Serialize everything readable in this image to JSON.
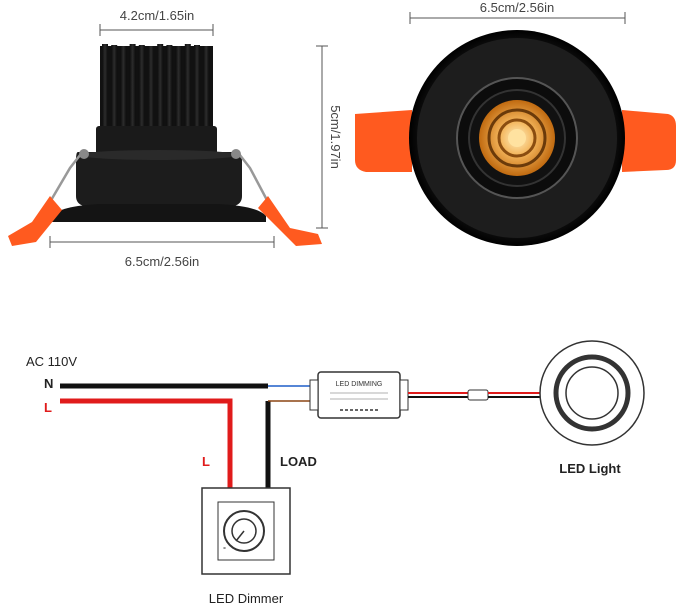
{
  "dimensions": {
    "side_top_width": "4.2cm/1.65in",
    "side_bottom_width": "6.5cm/2.56in",
    "side_height": "5cm/1.97in",
    "front_width": "6.5cm/2.56in"
  },
  "wiring": {
    "power_label": "AC 110V",
    "neutral_label": "N",
    "line_label": "L",
    "dimmer_line_label": "L",
    "load_label": "LOAD",
    "driver_label": "LED DIMMING",
    "light_label": "LED Light",
    "dimmer_label": "LED Dimmer"
  },
  "colors": {
    "fixture": "#1a1a1a",
    "clip_orange": "#ff5a1f",
    "wire_red": "#e01b1b",
    "wire_black": "#111111",
    "wire_blue": "#1f5fc8",
    "wire_brown": "#8b4513",
    "led_amber": "#f0a040"
  }
}
